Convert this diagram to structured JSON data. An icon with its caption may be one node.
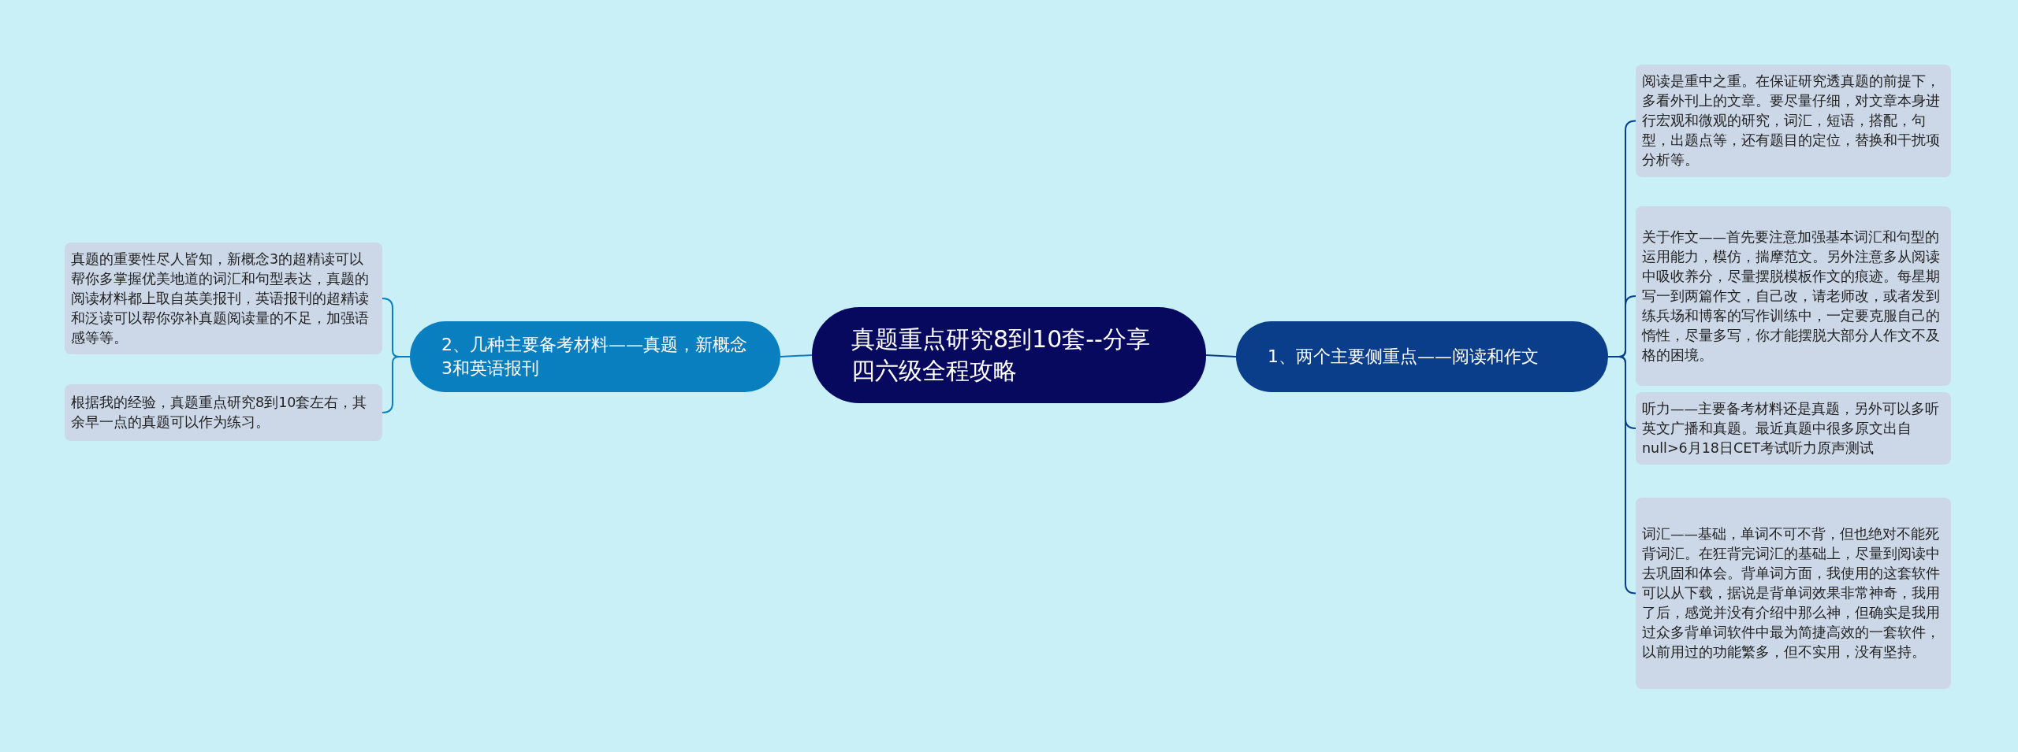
{
  "diagram": {
    "nodes": [
      {
        "text": [
          "真题重点研究8到10套--分享四六级全程攻略"
        ]
      },
      {
        "text": [
          "1、两个主要侧重点——阅读和作文"
        ]
      },
      {
        "text": [
          "阅读是重中之重。在保证研究透真题的前提下，多看外刊上的文章。要尽量仔细，对文章本身进行宏观和微观的研究，词汇，短语，搭配，句型，出题点等，还有题目的定位，替换和干扰项分析等。"
        ]
      },
      {
        "text": [
          "关于作文——首先要注意加强基本词汇和句型的运用能力，模仿，揣摩范文。另外注意多从阅读中吸收养分，尽量摆脱模板作文的痕迹。每星期写一到两篇作文，自己改，请老师改，或者发到练兵场和博客的写作训练中，一定要克服自己的惰性，尽量多写，你才能摆脱大部分人作文不及格的困境。"
        ]
      },
      {
        "text": [
          "听力——主要备考材料还是真题，另外可以多听英文广播和真题。最近真题中很多原文出自null>6月18日CET考试听力原声测试"
        ]
      },
      {
        "text": [
          "词汇——基础，单词不可不背，但也绝对不能死背词汇。在狂背完词汇的基础上，尽量到阅读中去巩固和体会。背单词方面，我使用的这套软件可以从下载，据说是背单词效果非常神奇，我用了后，感觉并没有介绍中那么神，但确实是我用过众多背单词软件中最为简捷高效的一套软件，以前用过的功能繁多，但不实用，没有坚持。"
        ]
      },
      {
        "text": [
          "2、几种主要备考材料——真题，新概念3和英语报刊"
        ]
      },
      {
        "text": [
          "真题的重要性尽人皆知，新概念3的超精读可以帮你多掌握优美地道的词汇和句型表达，真题的阅读材料都上取自英美报刊，英语报刊的超精读和泛读可以帮你弥补真题阅读量的不足，加强语感等等。"
        ]
      },
      {
        "text": [
          "根据我的经验，真题重点研究8到10套左右，其余早一点的真题可以作为练习。"
        ]
      }
    ],
    "edges": [
      {
        "from": 0,
        "to": 1,
        "arrow": "none"
      },
      {
        "from": 1,
        "to": 2,
        "arrow": "none"
      },
      {
        "from": 1,
        "to": 3,
        "arrow": "none"
      },
      {
        "from": 1,
        "to": 4,
        "arrow": "none"
      },
      {
        "from": 1,
        "to": 5,
        "arrow": "none"
      },
      {
        "from": 0,
        "to": 6,
        "arrow": "none",
        "color": "#0a7fc0"
      },
      {
        "from": 6,
        "to": 7,
        "arrow": "none",
        "color": "#0a7fc0"
      },
      {
        "from": 6,
        "to": 8,
        "arrow": "none",
        "color": "#0a7fc0"
      }
    ]
  }
}
